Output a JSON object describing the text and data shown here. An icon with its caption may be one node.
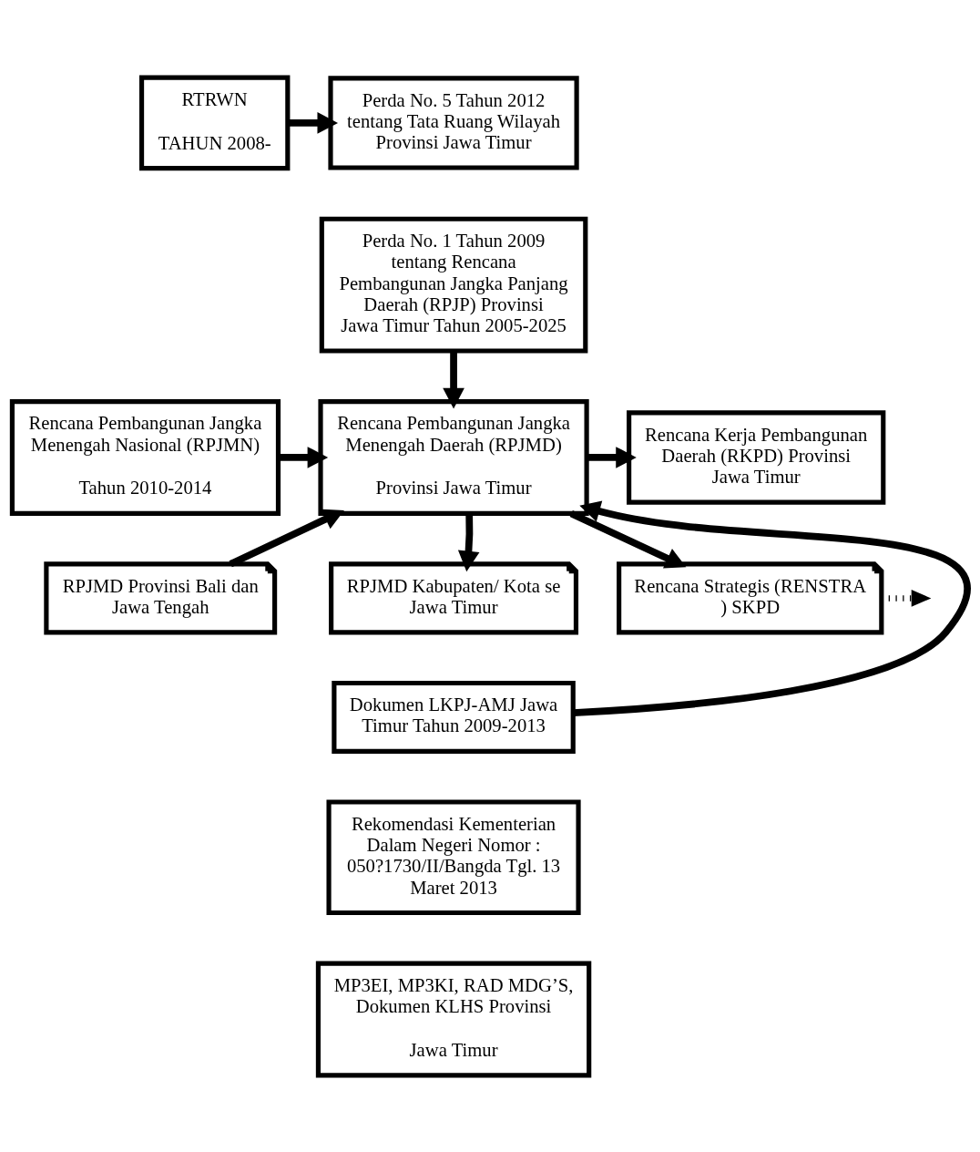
{
  "diagram": {
    "nodes": [
      {
        "text": [
          "RTRWN",
          "TAHUN 2008-"
        ]
      },
      {
        "text": [
          "Perda No. 5 Tahun 2012 tentang Tata Ruang Wilayah Provinsi Jawa Timur"
        ]
      },
      {
        "text": [
          "Perda No. 1 Tahun 2009 tentang Rencana Pembangunan Jangka Panjang Daerah (RPJP) Provinsi Jawa Timur Tahun 2005-2025"
        ]
      },
      {
        "text": [
          "Rencana Pembangunan Jangka Menengah Nasional (RPJMN)",
          "Tahun 2010-2014"
        ]
      },
      {
        "text": [
          "Rencana Pembangunan Jangka Menengah Daerah (RPJMD)",
          "Provinsi Jawa Timur"
        ]
      },
      {
        "text": [
          "Rencana Kerja Pembangunan Daerah (RKPD) Provinsi Jawa Timur"
        ]
      },
      {
        "text": [
          "RPJMD Provinsi Bali dan Jawa Tengah"
        ]
      },
      {
        "text": [
          "RPJMD Kabupaten/ Kota se Jawa Timur"
        ]
      },
      {
        "text": [
          "Rencana Strategis (RENSTRA ) SKPD"
        ]
      },
      {
        "text": [
          "Dokumen LKPJ-AMJ Jawa Timur Tahun 2009-2013"
        ]
      },
      {
        "text": [
          "Rekomendasi Kementerian Dalam Negeri Nomor : 050?1730/II/Bangda Tgl. 13 Maret 2013"
        ]
      },
      {
        "text": [
          "MP3EI, MP3KI, RAD MDG’S, Dokumen KLHS Provinsi",
          "Jawa Timur"
        ]
      }
    ],
    "edges": [
      {
        "from": 0,
        "to": 1,
        "arrow": "to"
      },
      {
        "from": 2,
        "to": 4,
        "arrow": "to"
      },
      {
        "from": 3,
        "to": 4,
        "arrow": "to"
      },
      {
        "from": 4,
        "to": 5,
        "arrow": "to"
      },
      {
        "from": 6,
        "to": 4,
        "arrow": "to"
      },
      {
        "from": 4,
        "to": 7,
        "arrow": "to"
      },
      {
        "from": 4,
        "to": 8,
        "arrow": "to"
      },
      {
        "from": 9,
        "to": 4,
        "arrow": "to"
      },
      {
        "from": 8,
        "to": null,
        "arrow": "to",
        "style": "dashed"
      }
    ]
  }
}
